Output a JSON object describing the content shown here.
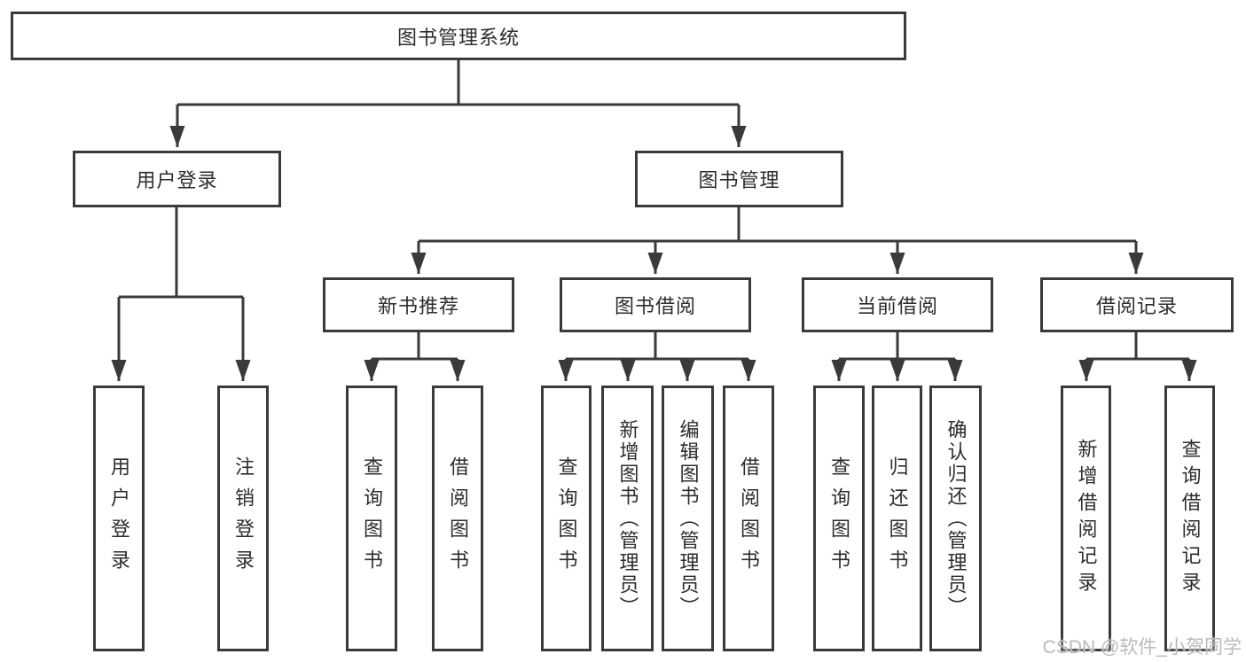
{
  "diagram": {
    "root": {
      "label": "图书管理系统",
      "children": [
        {
          "label": "用户登录",
          "children": [
            {
              "label": "用户登录"
            },
            {
              "label": "注销登录"
            }
          ]
        },
        {
          "label": "图书管理",
          "children": [
            {
              "label": "新书推荐",
              "children": [
                {
                  "label": "查询图书"
                },
                {
                  "label": "借阅图书"
                }
              ]
            },
            {
              "label": "图书借阅",
              "children": [
                {
                  "label": "查询图书"
                },
                {
                  "label": "新增图书（管理员）"
                },
                {
                  "label": "编辑图书（管理员）"
                },
                {
                  "label": "借阅图书"
                }
              ]
            },
            {
              "label": "当前借阅",
              "children": [
                {
                  "label": "查询图书"
                },
                {
                  "label": "归还图书"
                },
                {
                  "label": "确认归还（管理员）"
                }
              ]
            },
            {
              "label": "借阅记录",
              "children": [
                {
                  "label": "新增借阅记录"
                },
                {
                  "label": "查询借阅记录"
                }
              ]
            }
          ]
        }
      ]
    }
  },
  "watermark": {
    "text": "CSDN @软件_小贺同学",
    "color": "#b9babc"
  },
  "colors": {
    "line": "#3a3a3a",
    "border": "#3a3a3a",
    "text": "#2d2d2d",
    "background": "#ffffff"
  }
}
